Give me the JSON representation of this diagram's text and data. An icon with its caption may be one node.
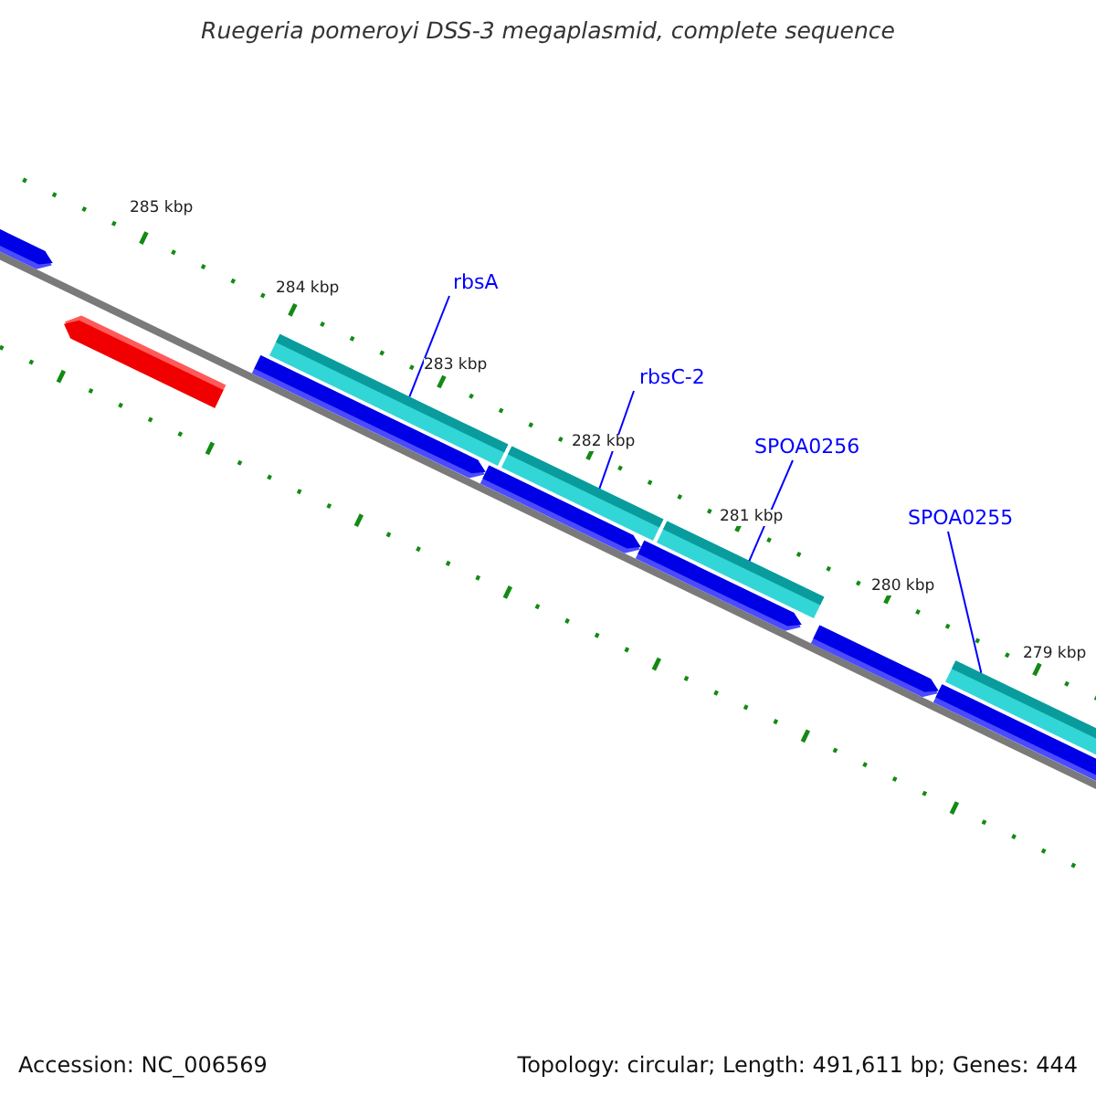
{
  "diagram": {
    "title": "Ruegeria pomeroyi DSS-3 megaplasmid, complete sequence",
    "nodes": [
      {
        "text": [
          "rbsA"
        ]
      },
      {
        "text": [
          "rbsC-2"
        ]
      },
      {
        "text": [
          "SPOA0256"
        ]
      },
      {
        "text": [
          "SPOA0255"
        ]
      },
      {
        "text": [],
        "shape": "bar"
      },
      {
        "text": [],
        "shape": "bar"
      },
      {
        "text": [],
        "shape": "bar"
      },
      {
        "text": [],
        "shape": "bar"
      }
    ],
    "edges": [
      {
        "from": 0,
        "to": 4,
        "arrow": "none"
      },
      {
        "from": 1,
        "to": 5,
        "arrow": "none"
      },
      {
        "from": 2,
        "to": 6,
        "arrow": "none"
      },
      {
        "from": 3,
        "to": 7,
        "arrow": "none"
      }
    ],
    "labels": [
      "285 kbp",
      "284 kbp",
      "283 kbp",
      "282 kbp",
      "281 kbp",
      "280 kbp",
      "279 kbp",
      "Accession: NC_006569",
      "Topology: circular; Length: 491,611 bp; Genes: 444"
    ]
  }
}
